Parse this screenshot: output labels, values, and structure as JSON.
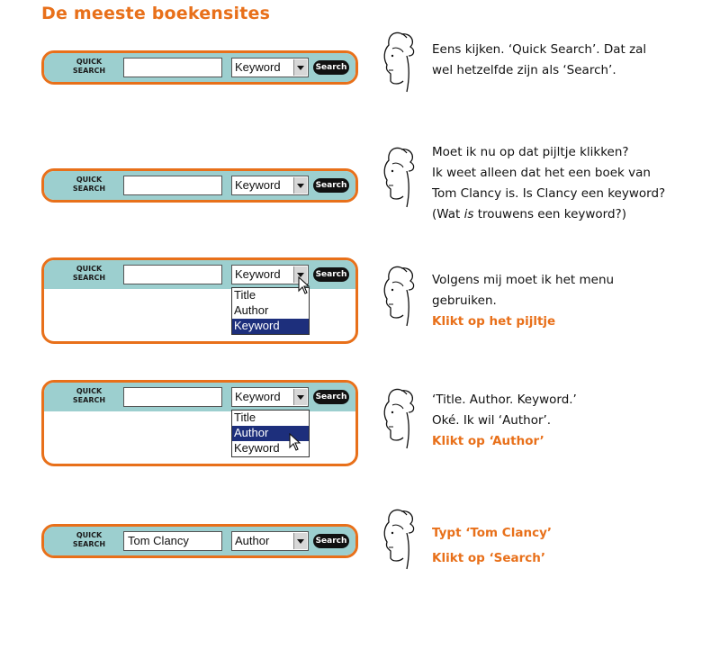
{
  "page_title": "De meeste boekensites",
  "widget": {
    "label_line1": "QUICK",
    "label_line2": "SEARCH",
    "search_button": "Search"
  },
  "steps": [
    {
      "field_value": "",
      "select_value": "Keyword",
      "caption": [
        "Eens kijken. ‘Quick Search’. Dat zal",
        "wel hetzelfde zijn als ‘Search’."
      ]
    },
    {
      "field_value": "",
      "select_value": "Keyword",
      "caption": [
        "Moet ik nu op dat pijltje klikken?",
        "Ik weet alleen dat het een boek van",
        "Tom Clancy is. Is Clancy een keyword?"
      ],
      "caption_last_pre": "(Wat ",
      "caption_last_em": "is",
      "caption_last_post": " trouwens een keyword?)"
    },
    {
      "field_value": "",
      "select_value": "Keyword",
      "options": [
        "Title",
        "Author",
        "Keyword"
      ],
      "selected_option": "Keyword",
      "caption": [
        "Volgens mij moet ik het menu",
        "gebruiken."
      ],
      "action": "Klikt op het pijltje"
    },
    {
      "field_value": "",
      "select_value": "Keyword",
      "options": [
        "Title",
        "Author",
        "Keyword"
      ],
      "selected_option": "Author",
      "caption": [
        "‘Title. Author. Keyword.’",
        "Oké. Ik wil ‘Author’."
      ],
      "action": "Klikt op ‘Author’"
    },
    {
      "field_value": "Tom Clancy",
      "select_value": "Author",
      "actions": [
        "Typt ‘Tom Clancy’",
        "Klikt op ‘Search’"
      ]
    }
  ],
  "colors": {
    "accent": "#e8701a",
    "band": "#9ccfcf",
    "highlight": "#1d2f7c"
  },
  "icons": [
    "face-sketch-icon",
    "pointer-cursor-icon"
  ]
}
